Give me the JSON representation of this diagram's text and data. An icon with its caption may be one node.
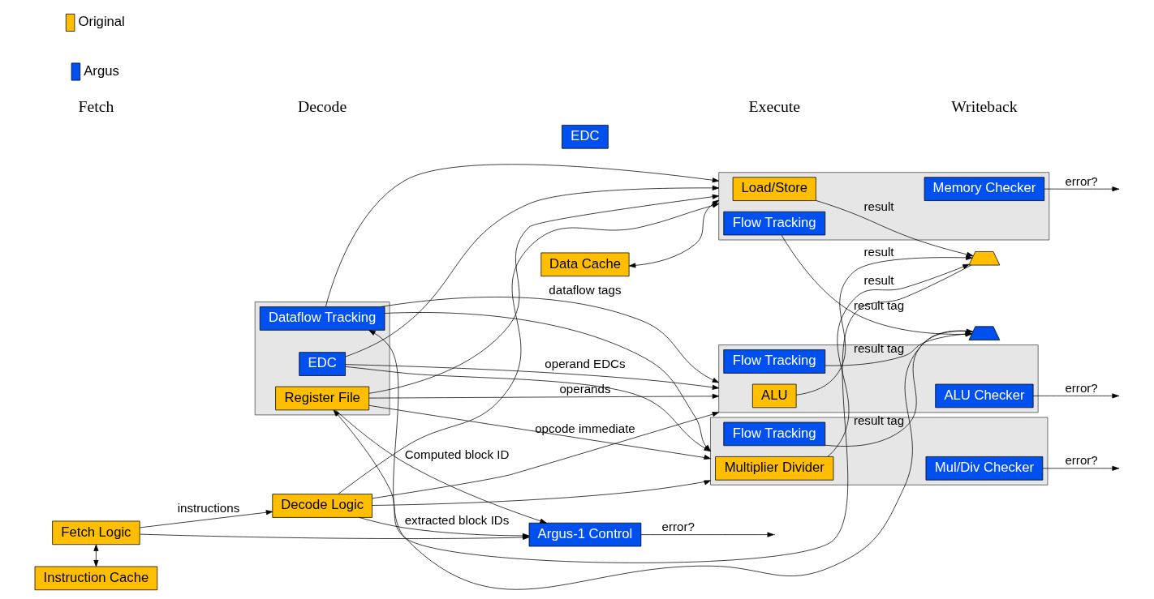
{
  "diagram": {
    "nodes": [
      {
        "text": [
          "Fetch Logic"
        ]
      },
      {
        "text": [
          "Instruction Cache"
        ]
      },
      {
        "text": [],
        "shape": "box"
      },
      {
        "text": [
          "EDC"
        ],
        "in": 2
      },
      {
        "text": [
          "Register File"
        ],
        "in": 2
      },
      {
        "text": [
          "Dataflow Tracking"
        ],
        "in": 2
      },
      {
        "text": [
          "Decode Logic"
        ]
      },
      {
        "text": [
          "Argus-1 Control"
        ]
      },
      {
        "text": [],
        "shape": "box"
      },
      {
        "text": [
          "ALU"
        ],
        "in": 8
      },
      {
        "text": [
          "Flow Tracking"
        ],
        "in": 8
      },
      {
        "text": [
          "ALU Checker"
        ],
        "in": 8
      },
      {
        "text": [],
        "shape": "box"
      },
      {
        "text": [
          "Multiplier Divider"
        ],
        "in": 12
      },
      {
        "text": [
          "Flow Tracking"
        ],
        "in": 12
      },
      {
        "text": [
          "Mul/Div Checker"
        ],
        "in": 12
      },
      {
        "text": [],
        "shape": "box"
      },
      {
        "text": [
          "Load/Store"
        ],
        "in": 16
      },
      {
        "text": [
          "Flow Tracking"
        ],
        "in": 16
      },
      {
        "text": [
          "Memory Checker"
        ],
        "in": 16
      },
      {
        "text": [
          "Data Cache"
        ]
      },
      {
        "text": [
          "EDC"
        ]
      },
      {
        "text": [],
        "shape": "trapezoid"
      },
      {
        "text": [],
        "shape": "trapezoid"
      }
    ],
    "edges": [
      {
        "from": 0,
        "to": 1,
        "arrow": "both"
      },
      {
        "from": 0,
        "to": 6,
        "arrow": "to",
        "label": "instructions"
      },
      {
        "from": 0,
        "to": 7,
        "arrow": "to"
      },
      {
        "from": 4,
        "to": 7,
        "arrow": "to",
        "label": "Computed block ID"
      },
      {
        "from": 6,
        "to": 7,
        "arrow": "to",
        "label": "extracted block IDs"
      },
      {
        "from": 7,
        "to": null,
        "arrow": "to",
        "label": "error?"
      },
      {
        "from": 4,
        "to": 8,
        "arrow": "to",
        "label": "operands"
      },
      {
        "from": 4,
        "to": 12,
        "arrow": "to"
      },
      {
        "from": 4,
        "to": 16,
        "arrow": "to"
      },
      {
        "from": 3,
        "to": 8,
        "arrow": "to",
        "label": "operand EDCs"
      },
      {
        "from": 3,
        "to": 12,
        "arrow": "to"
      },
      {
        "from": 3,
        "to": 16,
        "arrow": "to"
      },
      {
        "from": 5,
        "to": 8,
        "arrow": "to",
        "label": "dataflow tags"
      },
      {
        "from": 5,
        "to": 12,
        "arrow": "to"
      },
      {
        "from": 5,
        "to": 16,
        "arrow": "to"
      },
      {
        "from": 6,
        "to": 8,
        "arrow": "to",
        "label": "opcode immediate"
      },
      {
        "from": 6,
        "to": 12,
        "arrow": "to"
      },
      {
        "from": 6,
        "to": 16,
        "arrow": "to"
      },
      {
        "from": 20,
        "to": 16,
        "arrow": "both"
      },
      {
        "from": 9,
        "to": 22,
        "arrow": "to",
        "label": "result"
      },
      {
        "from": 13,
        "to": 22,
        "arrow": "to",
        "label": "result"
      },
      {
        "from": 17,
        "to": 22,
        "arrow": "to",
        "label": "result"
      },
      {
        "from": 10,
        "to": 23,
        "arrow": "to",
        "label": "result tag"
      },
      {
        "from": 14,
        "to": 23,
        "arrow": "to",
        "label": "result tag"
      },
      {
        "from": 18,
        "to": 23,
        "arrow": "to",
        "label": "result tag"
      },
      {
        "from": 22,
        "to": 4,
        "arrow": "to"
      },
      {
        "from": 23,
        "to": 5,
        "arrow": "to"
      },
      {
        "from": 11,
        "to": null,
        "arrow": "to",
        "label": "error?"
      },
      {
        "from": 15,
        "to": null,
        "arrow": "to",
        "label": "error?"
      },
      {
        "from": 19,
        "to": null,
        "arrow": "to",
        "label": "error?"
      }
    ],
    "labels": [
      "Fetch",
      "Decode",
      "Execute",
      "Writeback"
    ],
    "legend": [
      {
        "text": "Original",
        "color": "#ffbf00"
      },
      {
        "text": "Argus",
        "color": "#0050f0"
      }
    ]
  }
}
